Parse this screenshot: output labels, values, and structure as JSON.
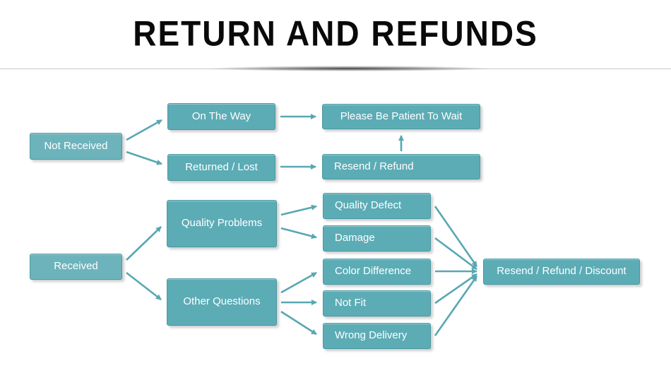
{
  "title": "RETURN AND REFUNDS",
  "colors": {
    "box_fill": "#5CACB6",
    "box_border": "#4A99A3",
    "arrow": "#57A8B2",
    "box_text": "#FFFFFF",
    "title_text": "#0A0A0A"
  },
  "nodes": {
    "not_received": {
      "label": "Not Received"
    },
    "on_the_way": {
      "label": "On The Way"
    },
    "please_wait": {
      "label": "Please Be Patient To Wait"
    },
    "returned_lost": {
      "label": "Returned / Lost"
    },
    "resend_refund": {
      "label": "Resend / Refund"
    },
    "received": {
      "label": "Received"
    },
    "quality_problems": {
      "label": "Quality Problems"
    },
    "other_questions": {
      "label": "Other Questions"
    },
    "quality_defect": {
      "label": "Quality Defect"
    },
    "damage": {
      "label": "Damage"
    },
    "color_difference": {
      "label": "Color Difference"
    },
    "not_fit": {
      "label": "Not Fit"
    },
    "wrong_delivery": {
      "label": "Wrong Delivery"
    },
    "resend_refund_discount": {
      "label": "Resend / Refund / Discount"
    }
  },
  "edges": [
    {
      "from": "not_received",
      "to": "on_the_way"
    },
    {
      "from": "not_received",
      "to": "returned_lost"
    },
    {
      "from": "on_the_way",
      "to": "please_wait"
    },
    {
      "from": "returned_lost",
      "to": "resend_refund"
    },
    {
      "from": "resend_refund",
      "to": "please_wait"
    },
    {
      "from": "received",
      "to": "quality_problems"
    },
    {
      "from": "received",
      "to": "other_questions"
    },
    {
      "from": "quality_problems",
      "to": "quality_defect"
    },
    {
      "from": "quality_problems",
      "to": "damage"
    },
    {
      "from": "other_questions",
      "to": "color_difference"
    },
    {
      "from": "other_questions",
      "to": "not_fit"
    },
    {
      "from": "other_questions",
      "to": "wrong_delivery"
    },
    {
      "from": "quality_defect",
      "to": "resend_refund_discount"
    },
    {
      "from": "damage",
      "to": "resend_refund_discount"
    },
    {
      "from": "color_difference",
      "to": "resend_refund_discount"
    },
    {
      "from": "not_fit",
      "to": "resend_refund_discount"
    },
    {
      "from": "wrong_delivery",
      "to": "resend_refund_discount"
    }
  ]
}
